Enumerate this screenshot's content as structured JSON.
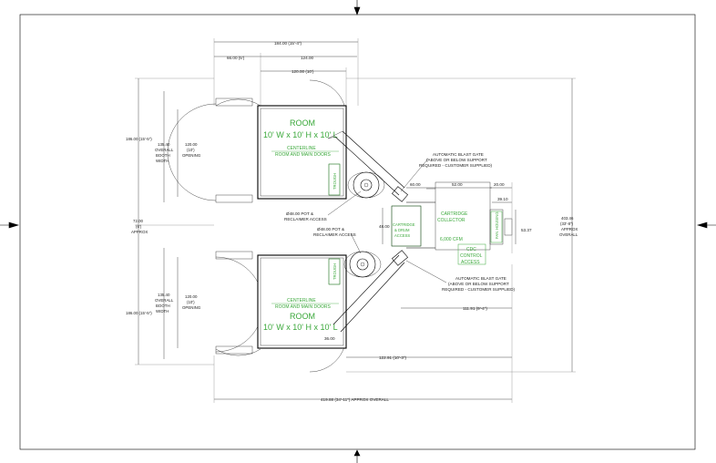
{
  "dims": {
    "top_overall": "184.00 (15'-4\")",
    "top_door": "66.00 (5')",
    "top_124": "124.00",
    "top_room": "120.00 (10')",
    "d36_top": "36.00",
    "d36_bottom": "36.00",
    "left_outer_top": "186.00 (15'-5\")",
    "left_booth_top": [
      "135.40",
      "OVERALL",
      "BOOTH",
      "WIDTH"
    ],
    "left_open_top": [
      "120.00",
      "(10')",
      "OPENING"
    ],
    "left_outer_bottom": "186.00 (15'-5\")",
    "left_booth_bottom": [
      "135.40",
      "OVERALL",
      "BOOTH",
      "WIDTH"
    ],
    "left_open_bottom": [
      "120.00",
      "(10')",
      "OPENING"
    ],
    "left_center": [
      "72.00",
      "(6')",
      "APPROX"
    ],
    "right_overall": [
      "403.46",
      "(33'-8\")",
      "APPROX",
      "OVERALL"
    ],
    "d60": "60.00",
    "d52": "52.00",
    "d20": "20.00",
    "d39": "39.10",
    "d48": "48.00",
    "d53": "53.37",
    "d111": "111.91 (9'-4\")",
    "d122": "122.91 (10'-3\")",
    "bottom_overall": "419.88 (34'-11\") APPROX OVERALL"
  },
  "rooms": {
    "top": {
      "title": "ROOM",
      "size": "10' W x 10' H x 10' L",
      "centerline": "CENTERLINE",
      "centerline_sub": "ROOM AND MAIN DOORS"
    },
    "bottom": {
      "title": "ROOM",
      "size": "10' W x 10' H x 10' L",
      "centerline": "CENTERLINE",
      "centerline_sub": "ROOM AND MAIN DOORS"
    }
  },
  "trough_label": "TROUGH",
  "notes": {
    "blast_gate_top": [
      "AUTOMATIC BLAST GATE",
      "(ABOVE OR BELOW SUPPORT",
      "REQUIRED - CUSTOMER SUPPLIED)"
    ],
    "blast_gate_bottom": [
      "AUTOMATIC BLAST GATE",
      "(ABOVE OR BELOW SUPPORT",
      "REQUIRED - CUSTOMER SUPPLIED)"
    ],
    "pot_top": [
      "Ø48.00 POT &",
      "RECLAIMER ACCESS"
    ],
    "pot_bottom": [
      "Ø48.00 POT &",
      "RECLAIMER ACCESS"
    ]
  },
  "collector": {
    "title": [
      "CARTRIDGE",
      "COLLECTOR"
    ],
    "cfm": "6,000 CFM",
    "cartridge_access": [
      "CARTRIDGE",
      "& DRUM",
      "ACCESS"
    ],
    "cdc_access": [
      "CDC",
      "CONTROL",
      "ACCESS"
    ],
    "fan": [
      "FAN",
      "HOUSING"
    ]
  },
  "colors": {
    "green": "#3aa83a",
    "line": "#000000"
  }
}
